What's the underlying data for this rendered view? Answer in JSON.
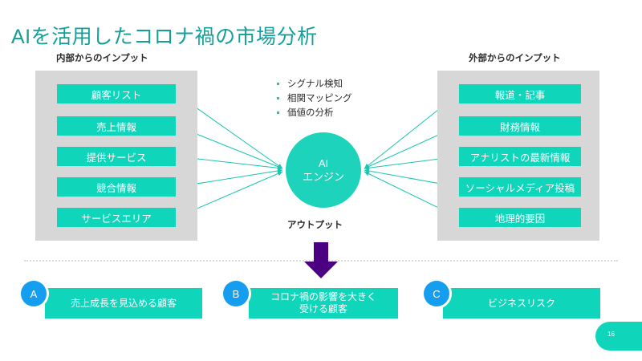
{
  "slide": {
    "title": "AIを活用したコロナ禍の市場分析",
    "page_number": "16",
    "colors": {
      "title_teal": "#13a09a",
      "box_teal": "#0fd6bb",
      "circle_teal": "#1ed3bb",
      "panel_gray": "#d7d7d7",
      "badge_blue": "#159ef0",
      "arrow_purple": "#4b0082",
      "divider_gray": "#d9d9d9",
      "text_dark": "#2b2b2b"
    }
  },
  "internal": {
    "caption": "内部からのインプット",
    "items": [
      {
        "label": "顧客リスト"
      },
      {
        "label": "売上情報"
      },
      {
        "label": "提供サービス"
      },
      {
        "label": "競合情報"
      },
      {
        "label": "サービスエリア"
      }
    ]
  },
  "external": {
    "caption": "外部からのインプット",
    "items": [
      {
        "label": "報道・記事"
      },
      {
        "label": "財務情報"
      },
      {
        "label": "アナリストの最新情報"
      },
      {
        "label": "ソーシャルメディア投稿"
      },
      {
        "label": "地理的要因"
      }
    ]
  },
  "engine": {
    "line1": "AI",
    "line2": "エンジン"
  },
  "capabilities": [
    {
      "label": "シグナル検知"
    },
    {
      "label": "相関マッピング"
    },
    {
      "label": "価値の分析"
    }
  ],
  "output": {
    "caption": "アウトプット",
    "cards": [
      {
        "badge": "A",
        "line1": "売上成長を見込める顧客",
        "line2": ""
      },
      {
        "badge": "B",
        "line1": "コロナ禍の影響を大きく",
        "line2": "受ける顧客"
      },
      {
        "badge": "C",
        "line1": "ビジネスリスク",
        "line2": ""
      }
    ]
  }
}
